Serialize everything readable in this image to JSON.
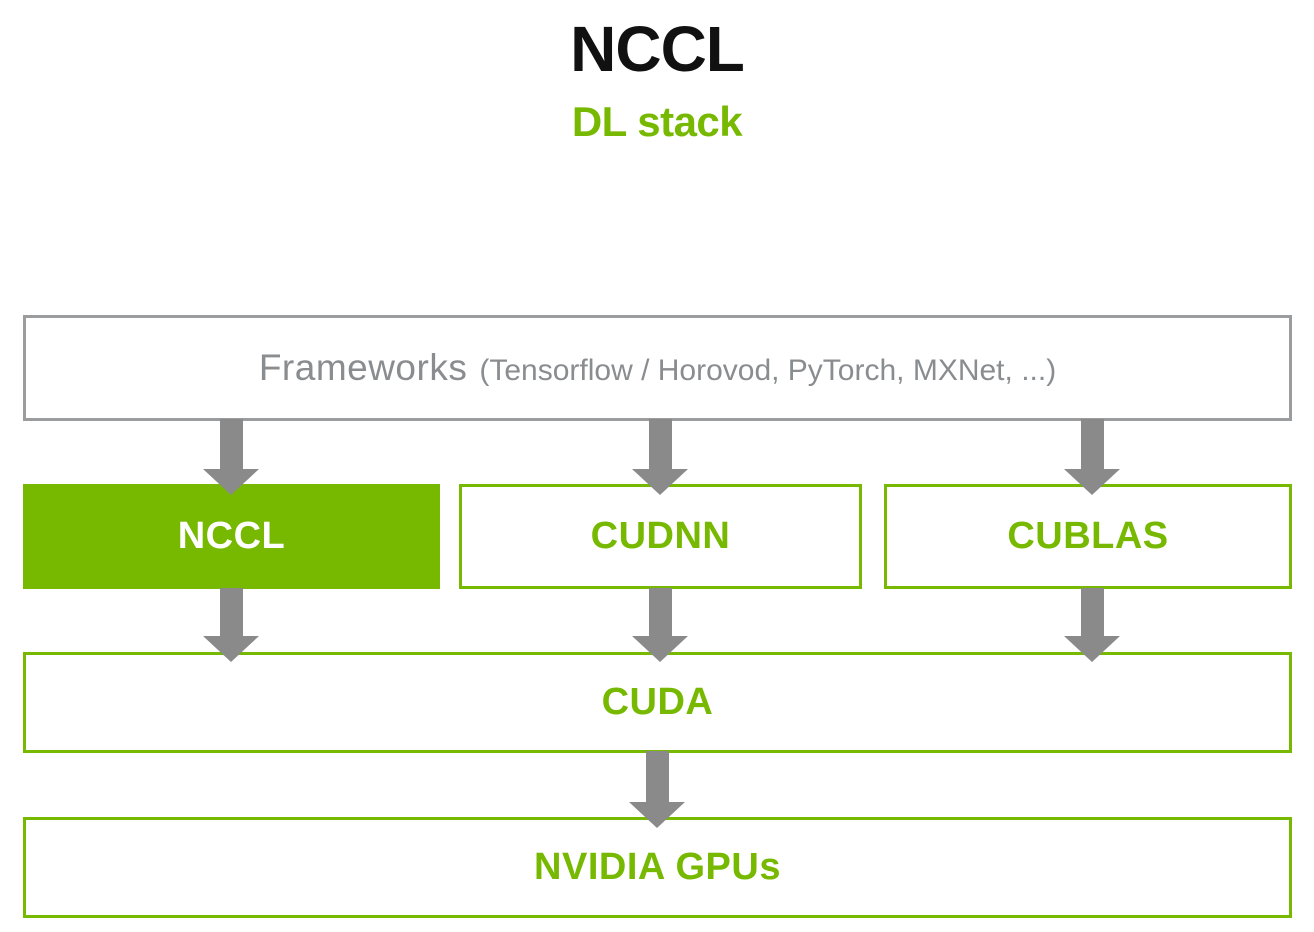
{
  "page": {
    "title": "NCCL",
    "subtitle": "DL stack"
  },
  "colors": {
    "nvidia_green": "#76B900",
    "arrow_gray": "#8A8A8A",
    "frame_border_gray": "#9A9C9E",
    "frame_text_gray": "#8A8D90",
    "title_black": "#111111",
    "box_bg_white": "#FFFFFF"
  },
  "diagram": {
    "frameworks": {
      "label": "Frameworks",
      "detail": "(Tensorflow / Horovod, PyTorch, MXNet, ...)"
    },
    "libraries": [
      {
        "label": "NCCL",
        "highlighted": true
      },
      {
        "label": "CUDNN",
        "highlighted": false
      },
      {
        "label": "CUBLAS",
        "highlighted": false
      }
    ],
    "cuda": {
      "label": "CUDA"
    },
    "gpus": {
      "label": "NVIDIA GPUs"
    }
  }
}
